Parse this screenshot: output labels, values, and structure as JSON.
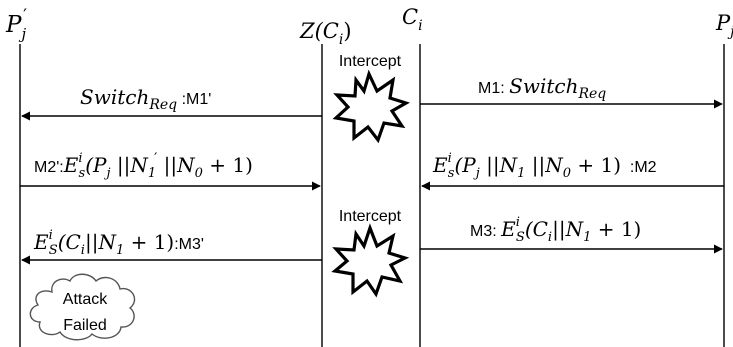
{
  "participants": {
    "p_j_prime": {
      "base": "P",
      "sub": "j",
      "sup": "′"
    },
    "z_ci": {
      "text": "Z(C",
      "sub": "i",
      "close": ")"
    },
    "c_i": {
      "base": "C",
      "sub": "i"
    },
    "p_j": {
      "base": "P",
      "sub": "j"
    }
  },
  "intercept_labels": [
    "Intercept",
    "Intercept"
  ],
  "messages": {
    "m1_prime": {
      "math": "Switch",
      "sub": "Req",
      "tag": " :M1'"
    },
    "m1": {
      "tag": "M1: ",
      "math": "Switch",
      "sub": "Req"
    },
    "m2_prime": {
      "tag": "M2':",
      "e": "E",
      "e_sub": "s",
      "e_sup": "i",
      "open": "(P",
      "open_sub": "j",
      "mid1": " ||N",
      "mid1_sub": "1",
      "mid1_sup": "′",
      "mid2": " ||N",
      "mid2_sub": "0",
      "close": " + 1)"
    },
    "m2": {
      "e": "E",
      "e_sub": "s",
      "e_sup": "i",
      "open": "(P",
      "open_sub": "j",
      "mid1": " ||N",
      "mid1_sub": "1",
      "mid2": " ||N",
      "mid2_sub": "0",
      "close": " + 1)",
      "tag": "  :M2"
    },
    "m3_prime": {
      "e": "E",
      "e_sub": "S",
      "e_sup": "i",
      "open": "(C",
      "open_sub": "i",
      "mid1": "||N",
      "mid1_sub": "1",
      "close": " + 1)",
      "tag": ":M3'"
    },
    "m3": {
      "tag": "M3: ",
      "e": "E",
      "e_sub": "S",
      "e_sup": "i",
      "open": "(C",
      "open_sub": "i",
      "mid1": "||N",
      "mid1_sub": "1",
      "close": " + 1)"
    }
  },
  "cloud": {
    "line1": "Attack",
    "line2": "Failed"
  }
}
